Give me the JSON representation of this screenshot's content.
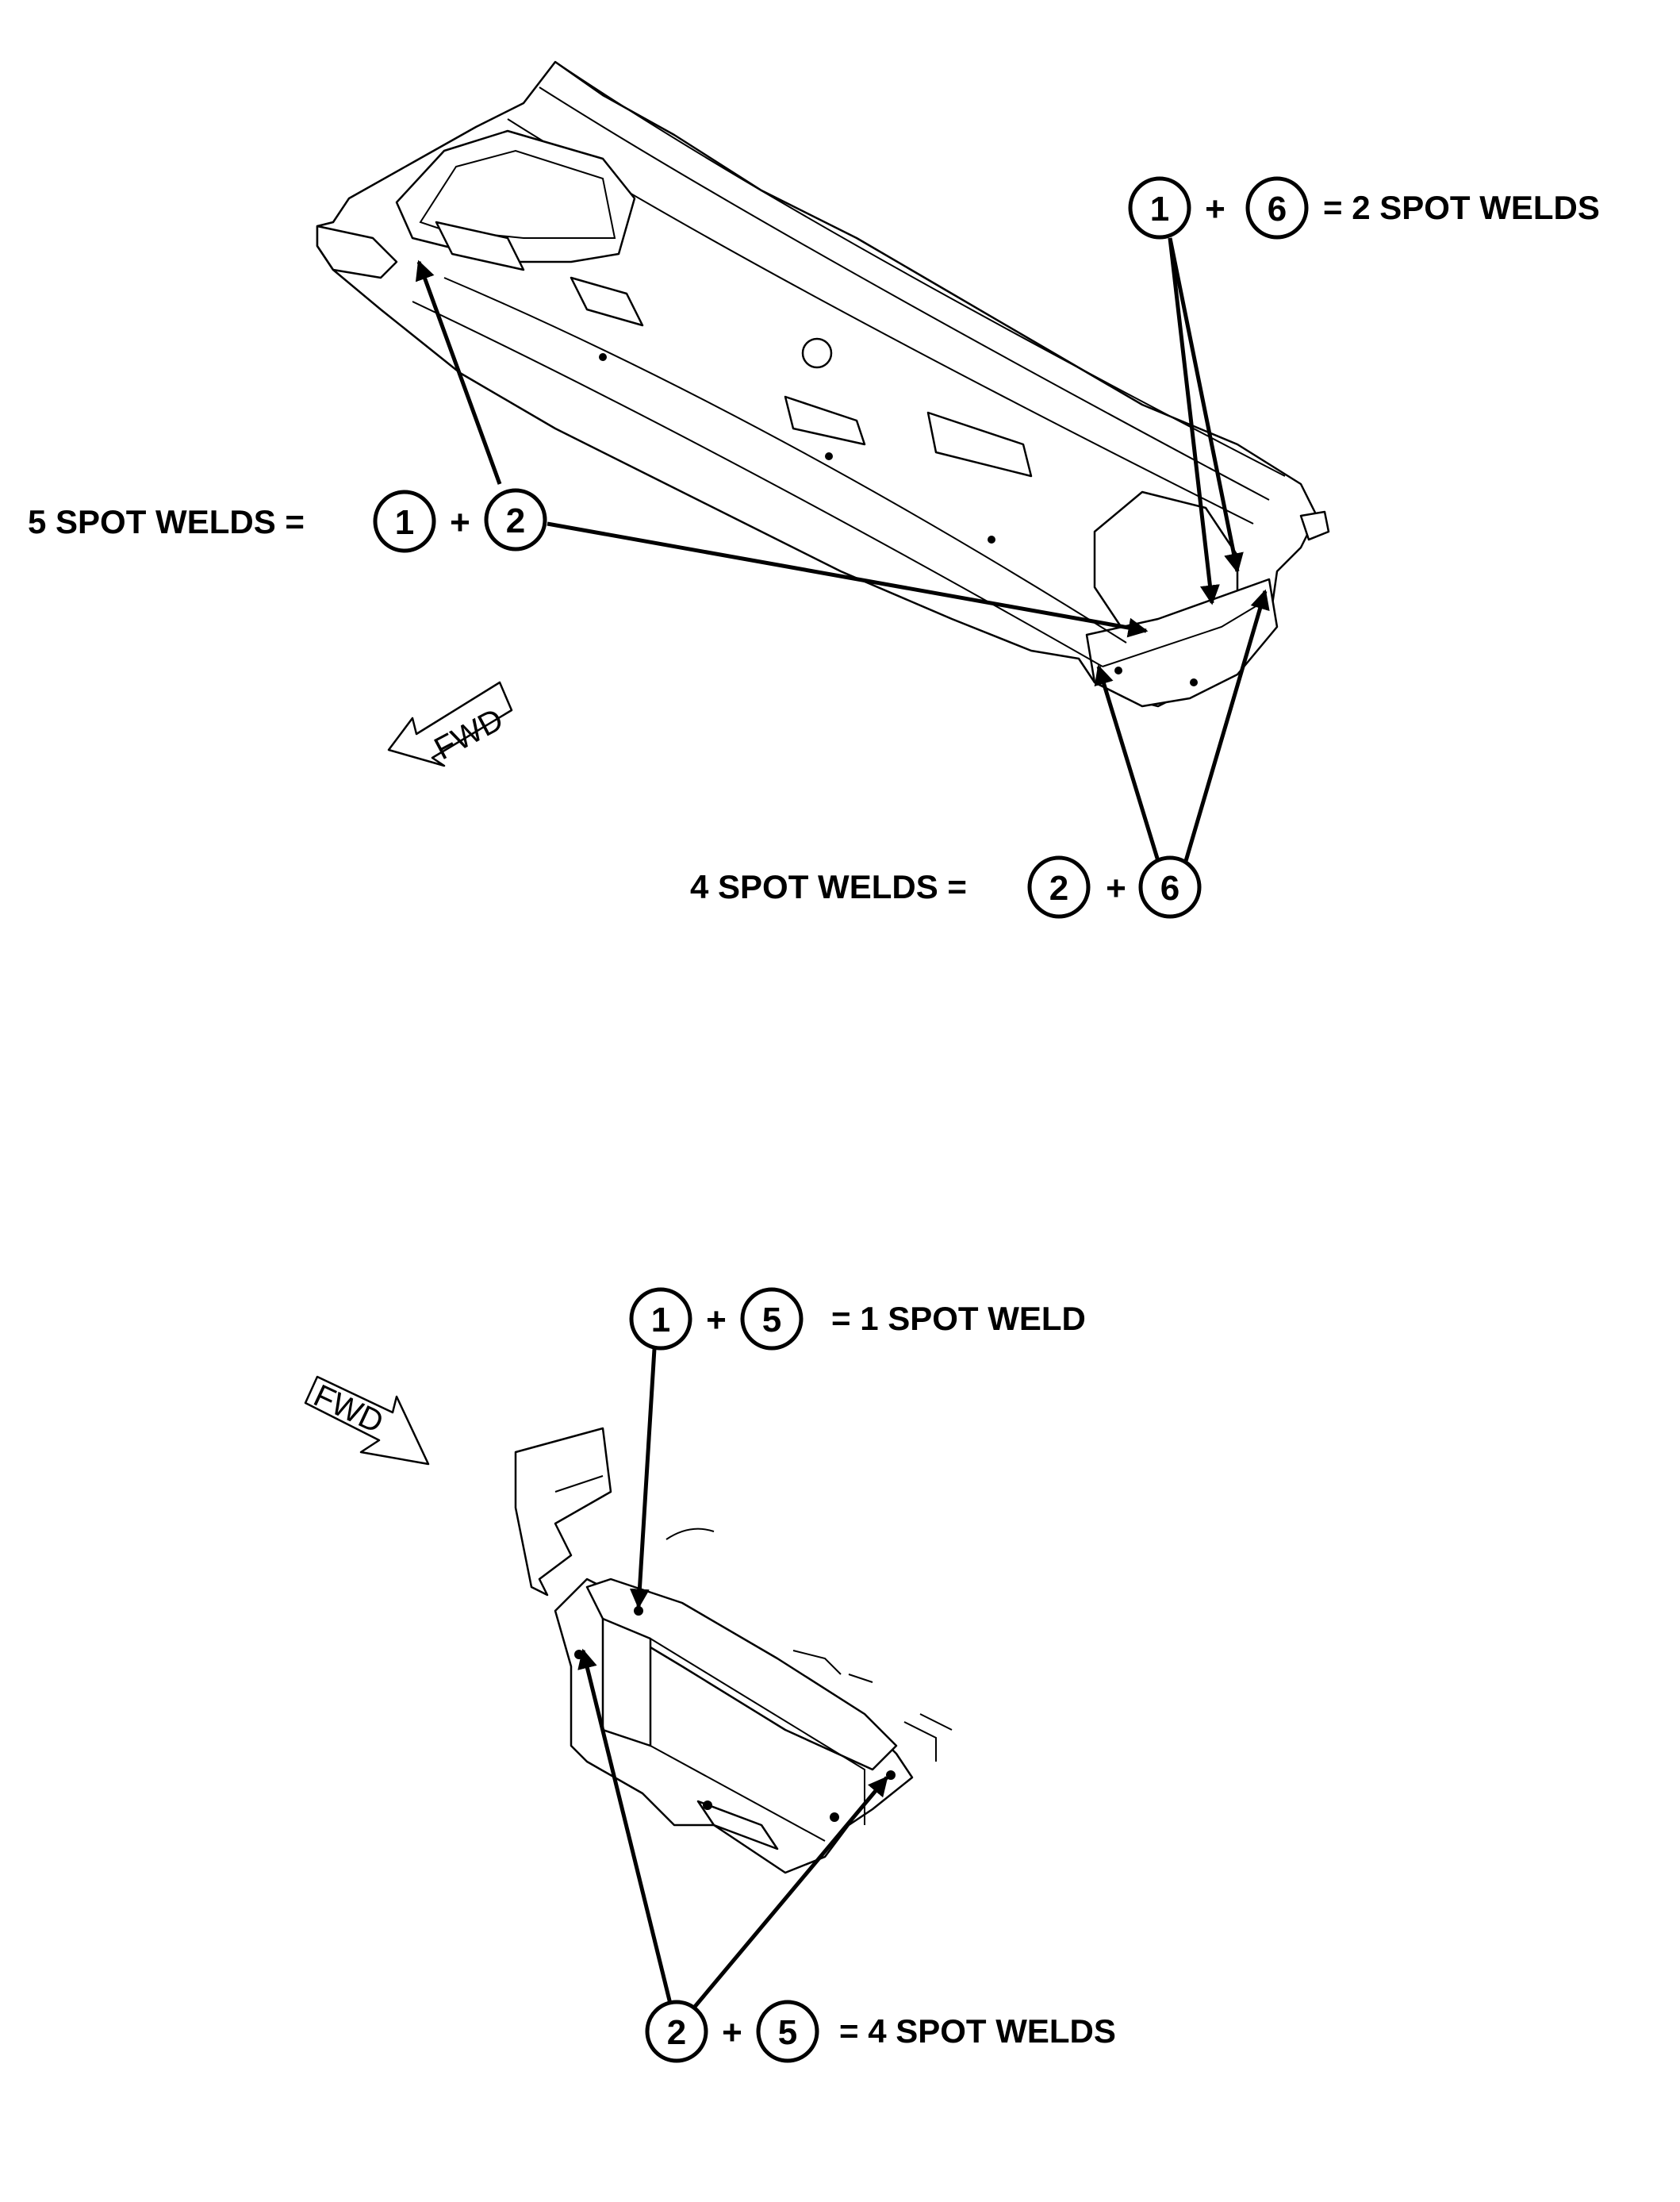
{
  "fwd_label": "FWD",
  "callouts": {
    "top_right": {
      "a": "1",
      "plus": "+",
      "b": "6",
      "text": "= 2 SPOT WELDS"
    },
    "top_left": {
      "text": "5 SPOT WELDS =",
      "a": "1",
      "plus": "+",
      "b": "2"
    },
    "top_bottom": {
      "text": "4 SPOT WELDS =",
      "a": "2",
      "plus": "+",
      "b": "6"
    },
    "bottom_top": {
      "a": "1",
      "plus": "+",
      "b": "5",
      "text": "= 1 SPOT WELD"
    },
    "bottom_bottom": {
      "a": "2",
      "plus": "+",
      "b": "5",
      "text": "= 4 SPOT WELDS"
    }
  }
}
